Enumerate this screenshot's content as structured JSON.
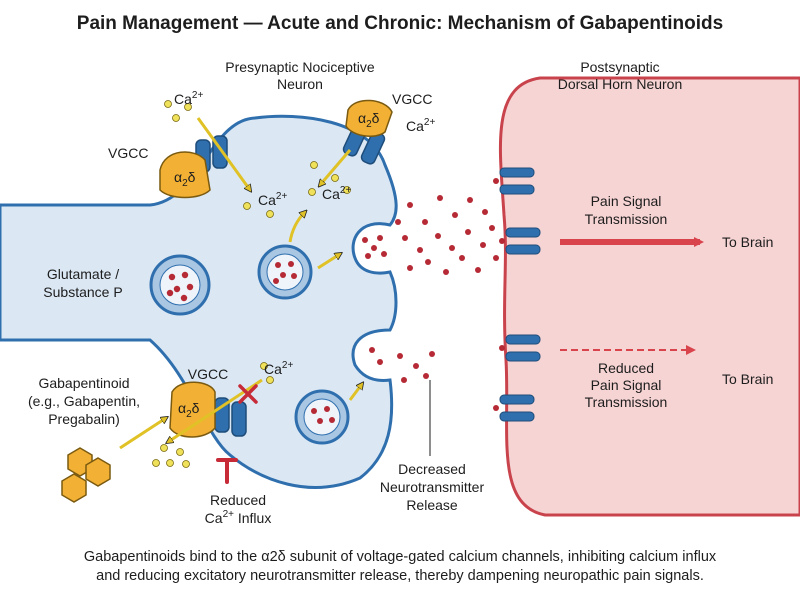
{
  "title": "Pain Management — Acute and Chronic: Mechanism of Gabapentinoids",
  "pre_neuron": {
    "line1": "Presynaptic Nociceptive",
    "line2": "Neuron"
  },
  "post_neuron": {
    "line1": "Postsynaptic",
    "line2": "Dorsal Horn Neuron"
  },
  "labels": {
    "vgcc": "VGCC",
    "ca": "Ca",
    "ca_charge": "2+",
    "alpha_sub": "α",
    "alpha_2": "2",
    "alpha_delta": "δ",
    "glutamate_1": "Glutamate /",
    "glutamate_2": "Substance P",
    "gaba_1": "Gabapentinoid",
    "gaba_2": "(e.g., Gabapentin,",
    "gaba_3": "Pregabalin)",
    "reduced_1": "Reduced",
    "reduced_ca": "Ca",
    "reduced_charge": "2+",
    "reduced_influx": " Influx",
    "decreased_1": "Decreased",
    "decreased_2": "Neurotransmitter",
    "decreased_3": "Release",
    "pain_1": "Pain Signal",
    "pain_2": "Transmission",
    "to_brain": "To Brain",
    "rpain_1": "Reduced",
    "rpain_2": "Pain Signal",
    "rpain_3": "Transmission",
    "to_brain_2": "To Brain"
  },
  "caption": {
    "line1": "Gabapentinoids bind to the α2δ subunit of voltage-gated calcium channels, inhibiting calcium influx",
    "line2": "and reducing excitatory neurotransmitter release, thereby dampening neuropathic pain signals."
  },
  "colors": {
    "presynaptic_fill": "#dbe8f4",
    "presynaptic_stroke": "#2f6fae",
    "postsynaptic_fill": "#f7d4d4",
    "postsynaptic_stroke": "#c9434c",
    "channel": "#2f6fae",
    "alpha2delta": "#f2b134",
    "calcium": "#f0e15a",
    "vesicle_dot": "#b52a35",
    "signal_arrow": "#d9434c",
    "inhibit": "#c62b37",
    "drug": "#f2b134"
  }
}
